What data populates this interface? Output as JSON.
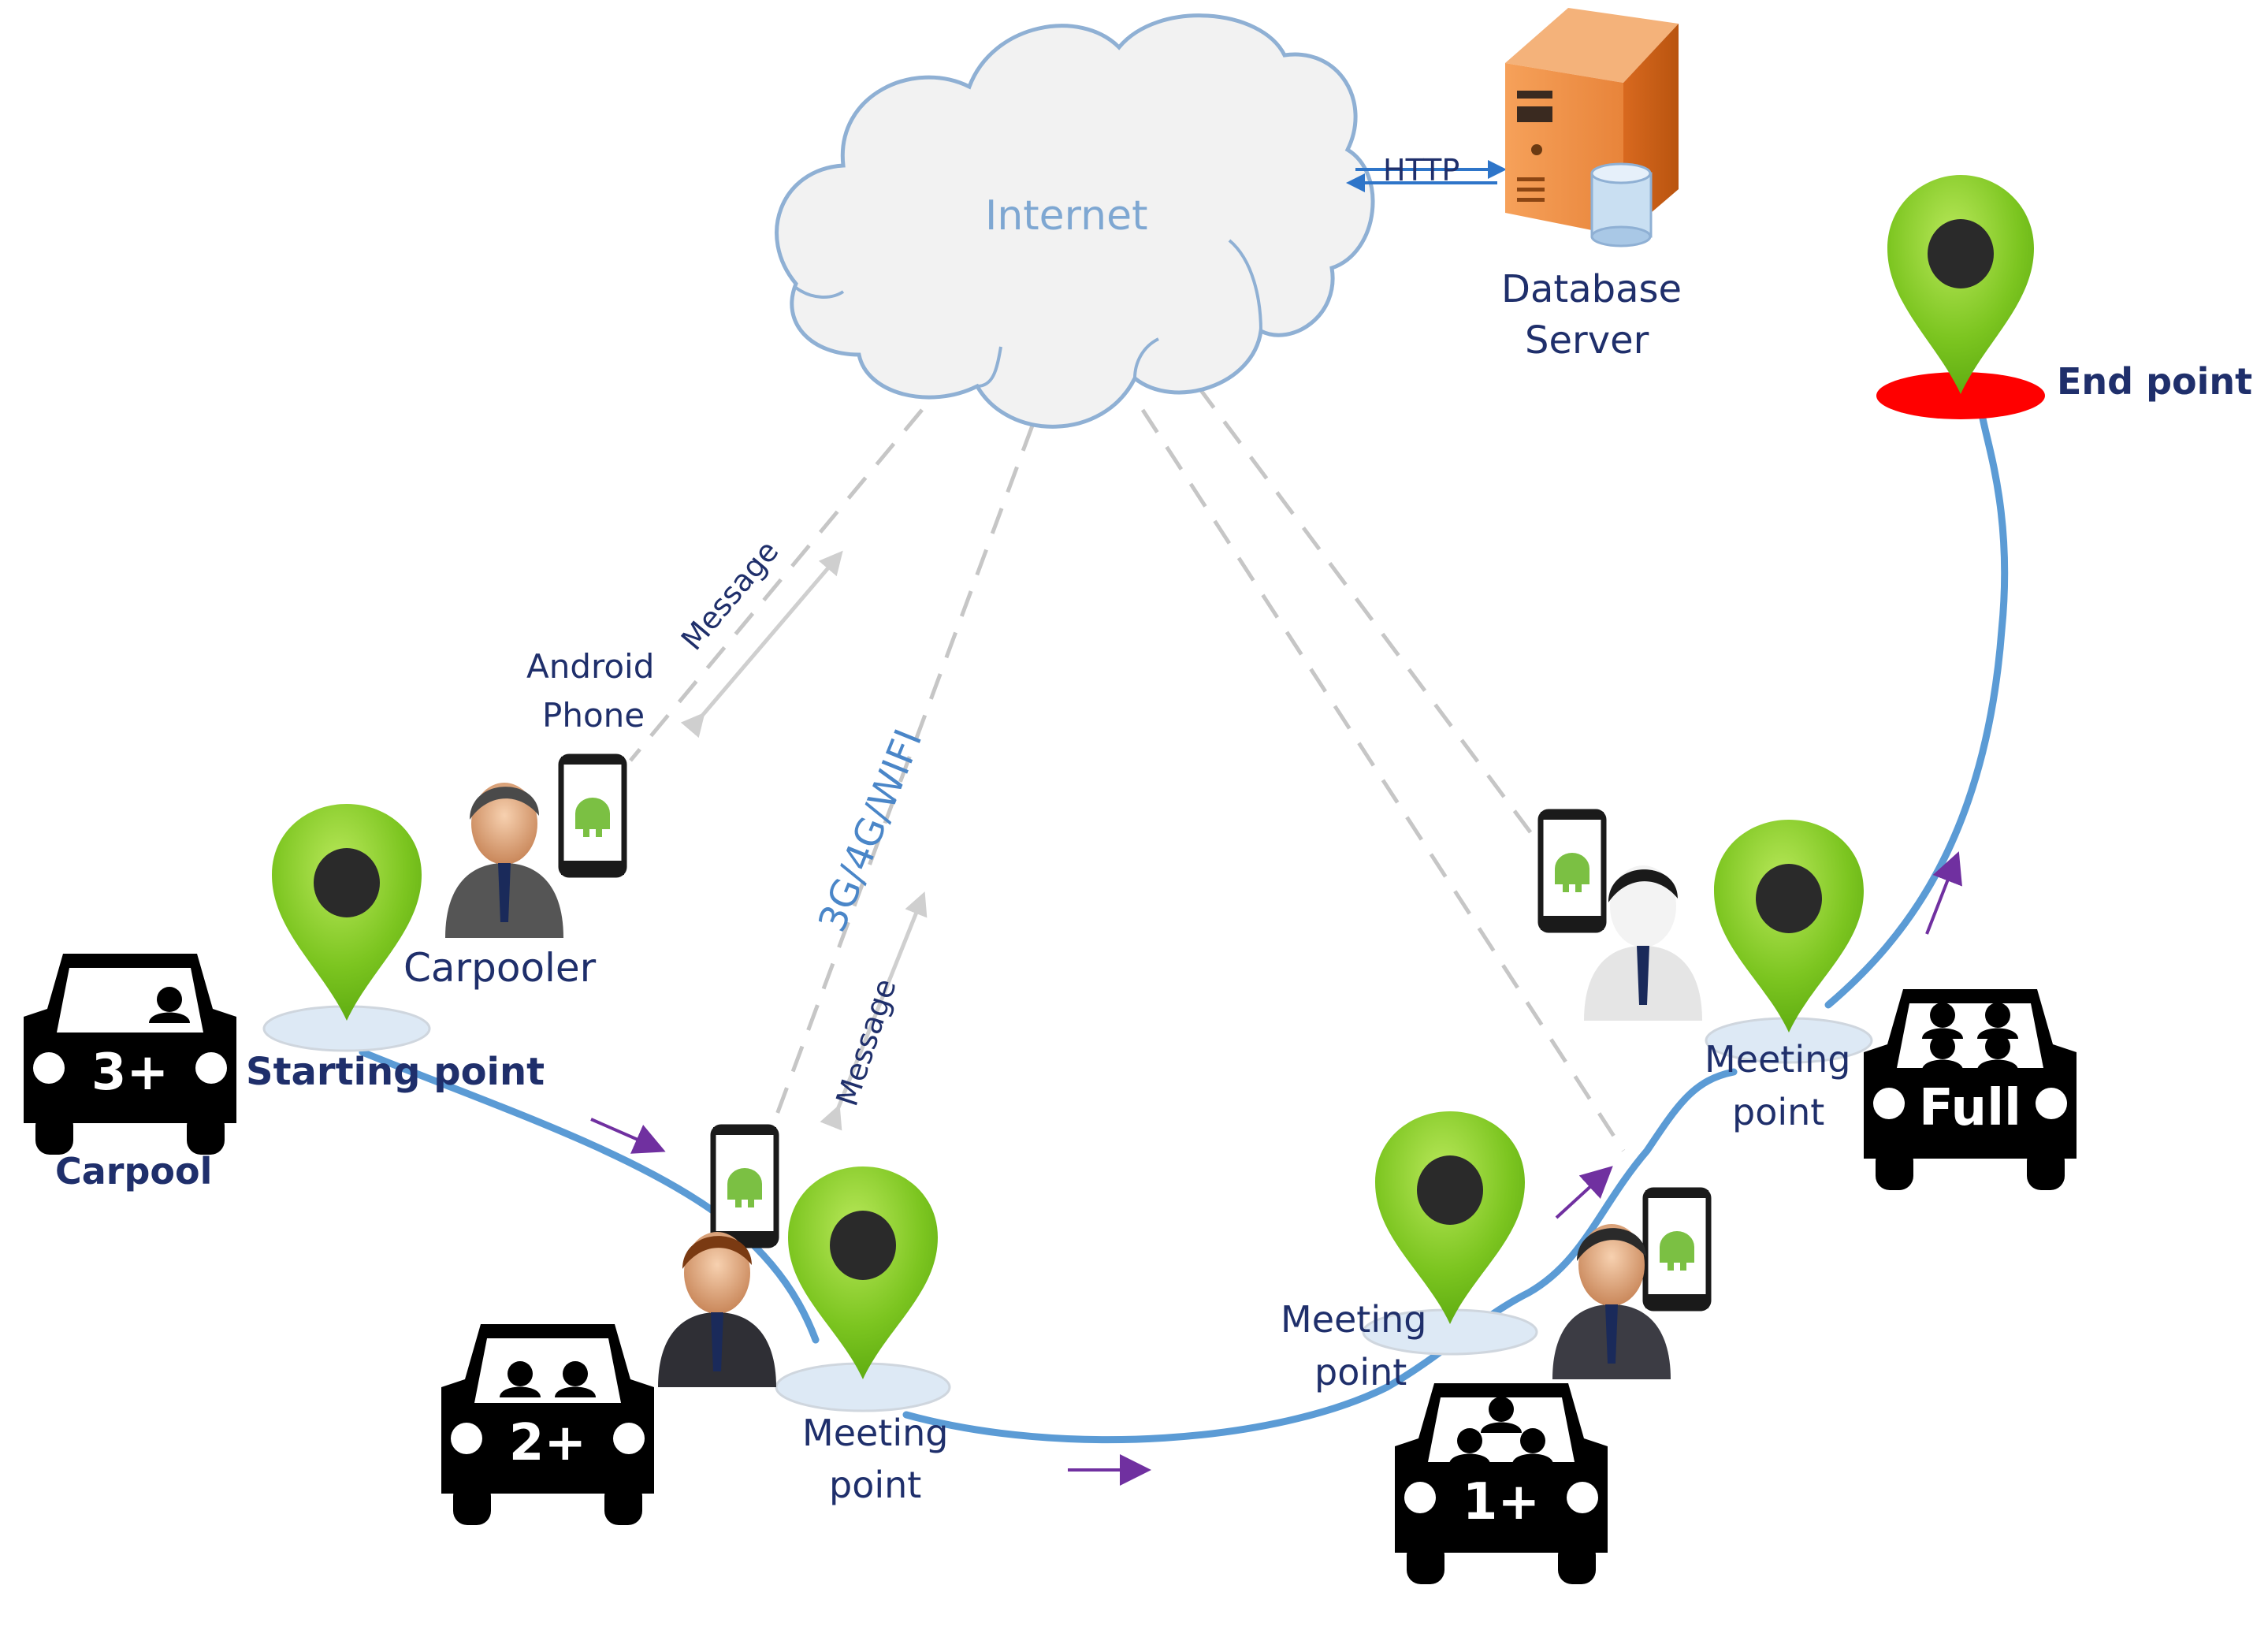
{
  "diagram": {
    "title": "Carpool system architecture",
    "colors": {
      "route": "#5b9bd5",
      "direction_arrow": "#7030a0",
      "pin_green": "#7cc520",
      "end_base": "#ff0000",
      "cloud_fill": "#f2f2f2",
      "cloud_stroke": "#8fb0d4",
      "label_text": "#1f2f6b",
      "network_text": "#4a86c8",
      "server": "#e8843a",
      "dashed_link": "#c8c8c8"
    },
    "nodes": {
      "internet": {
        "label": "Internet",
        "icon": "cloud-icon"
      },
      "server": {
        "label_line1": "Database",
        "label_line2": "Server",
        "icon": "server-icon",
        "link_label": "HTTP"
      },
      "android_phone": {
        "label_line1": "Android",
        "label_line2": "Phone"
      },
      "carpooler": {
        "label": "Carpooler"
      },
      "carpool": {
        "label": "Carpool"
      },
      "starting_point": {
        "label": "Starting point"
      },
      "end_point": {
        "label": "End point"
      },
      "meeting_points": [
        {
          "line1": "Meeting",
          "line2": "point"
        },
        {
          "line1": "Meeting",
          "line2": "point"
        },
        {
          "line1": "Meeting",
          "line2": "point"
        }
      ]
    },
    "cars": [
      {
        "badge": "3+",
        "occupants": 1
      },
      {
        "badge": "2+",
        "occupants": 2
      },
      {
        "badge": "1+",
        "occupants": 3
      },
      {
        "badge": "Full",
        "occupants": 4
      }
    ],
    "links": {
      "message_1": "Message",
      "message_2": "Message",
      "network": "3G/4G/WIFI"
    }
  }
}
